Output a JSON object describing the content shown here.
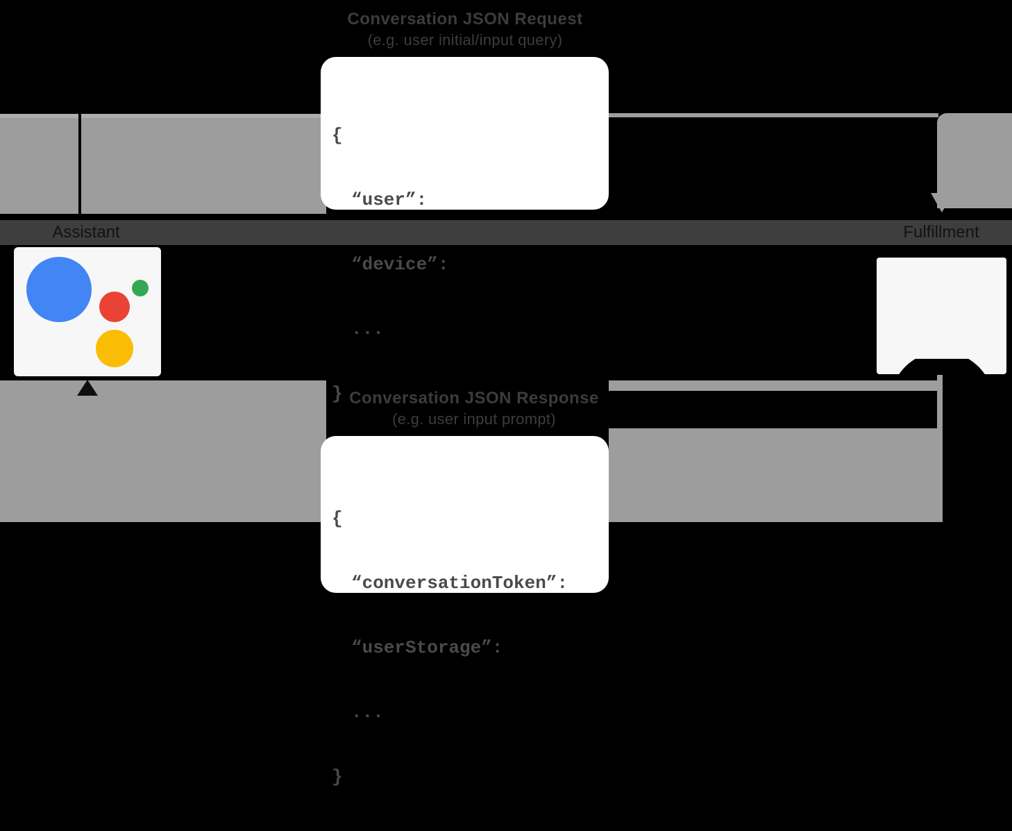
{
  "request": {
    "label_line1": "Conversation JSON Request",
    "label_line2": "(e.g. user initial/input query)",
    "code": {
      "lines": [
        "{",
        "“user”:",
        "“device”:",
        "...",
        "}"
      ]
    }
  },
  "response": {
    "label_line1": "Conversation JSON Response",
    "label_line2": "(e.g. user input prompt)",
    "code": {
      "lines": [
        "{",
        "“conversationToken”:",
        "“userStorage”:",
        "...",
        "}"
      ]
    }
  },
  "nodes": {
    "assistant": {
      "label": "Assistant",
      "icon": "google-assistant-logo"
    },
    "fulfillment": {
      "label": "Fulfillment",
      "icon": "google-cloud-logo"
    }
  },
  "colors": {
    "assistant_blue": "#4285F4",
    "assistant_red": "#EA4335",
    "assistant_green": "#34A853",
    "assistant_yellow": "#FBBC05",
    "arrow_gray": "#9D9D9D",
    "label_band_gray": "#3E3E3E",
    "card_background": "#F7F7F7",
    "cloud_logo_black": "#000000",
    "background": "#000000"
  }
}
